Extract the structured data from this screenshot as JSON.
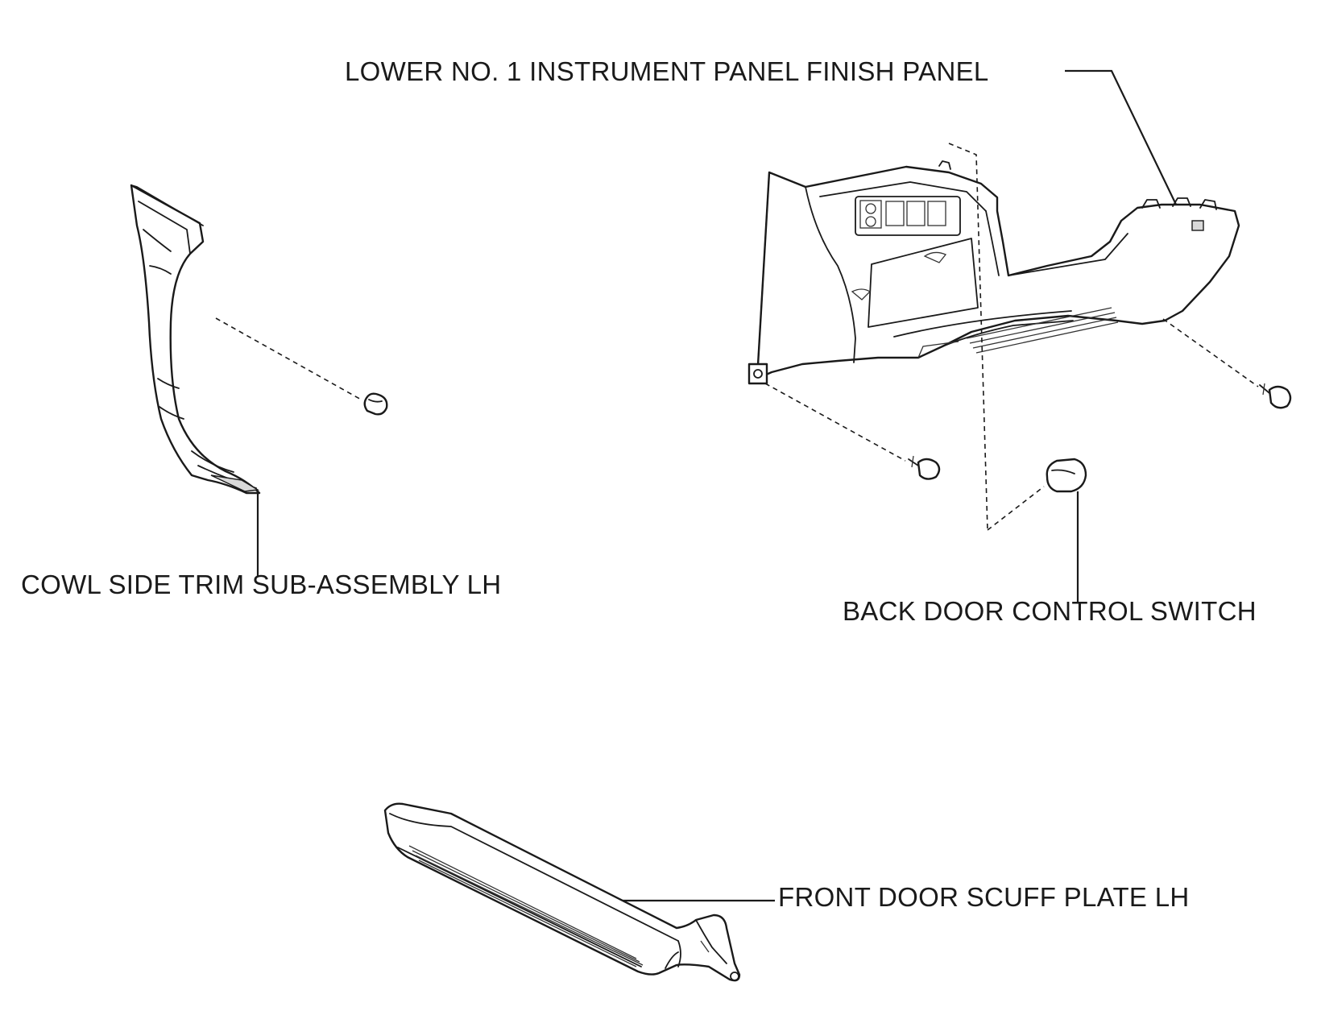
{
  "labels": {
    "instrument_panel": "LOWER NO. 1 INSTRUMENT PANEL FINISH PANEL",
    "cowl_trim": "COWL SIDE TRIM SUB-ASSEMBLY LH",
    "back_door_switch": "BACK DOOR CONTROL SWITCH",
    "scuff_plate": "FRONT DOOR SCUFF PLATE LH"
  }
}
